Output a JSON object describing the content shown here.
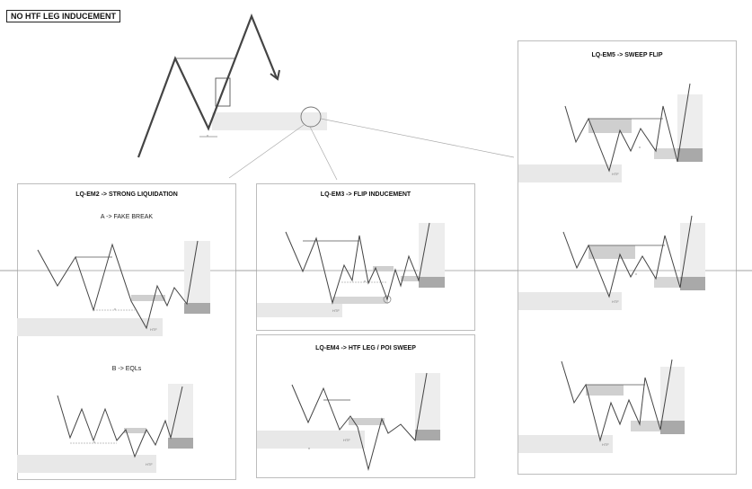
{
  "header": {
    "title": "NO HTF LEG INDUCEMENT"
  },
  "panels": {
    "em2": {
      "title": "LQ-EM2 -> STRONG LIQUIDATION",
      "case_a": "A -> FAKE BREAK",
      "case_b": "B -> EQLs"
    },
    "em3": {
      "title": "LQ-EM3 -> FLIP INDUCEMENT"
    },
    "em4": {
      "title": "LQ-EM4 -> HTF LEG / POI SWEEP"
    },
    "em5": {
      "title": "LQ-EM5 -> SWEEP FLIP"
    }
  },
  "labels": {
    "x_mark": "x",
    "htf": "HTF"
  },
  "colors": {
    "line": "#444444",
    "zone_light": "#e8e8e8",
    "zone_mid": "#cfcfcf",
    "zone_dark": "#a9a9a9",
    "divider": "#9a9a9a"
  }
}
